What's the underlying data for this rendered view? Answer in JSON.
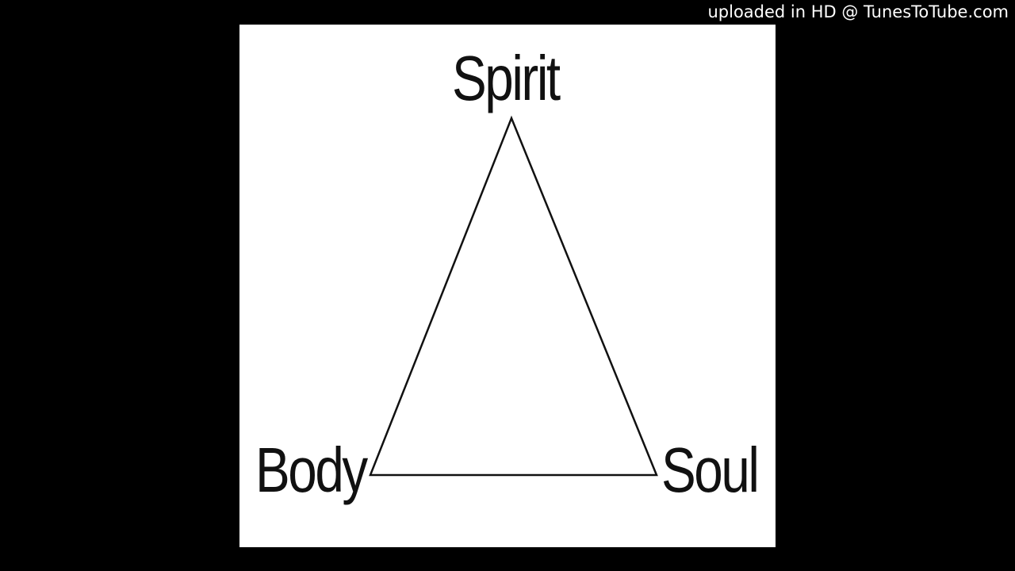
{
  "watermark": {
    "text": "uploaded in HD @ TunesToTube.com"
  },
  "diagram": {
    "nodes": {
      "top": "Spirit",
      "bottom_left": "Body",
      "bottom_right": "Soul"
    }
  },
  "colors": {
    "background": "#000000",
    "panel": "#ffffff",
    "stroke": "#111111",
    "watermark_text": "#ffffff"
  }
}
